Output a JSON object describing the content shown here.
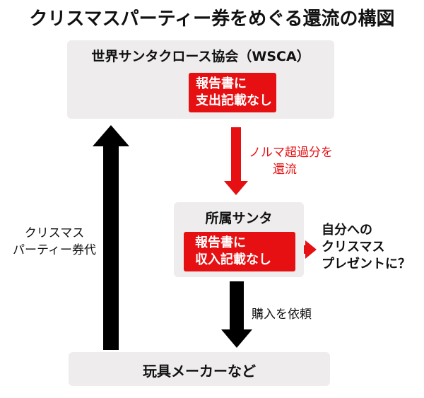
{
  "title": "クリスマスパーティー券をめぐる還流の構図",
  "nodes": {
    "association": {
      "label": "世界サンタクロース協会（WSCA）",
      "badge_lines": [
        "報告書に",
        "支出記載なし"
      ]
    },
    "santa": {
      "label": "所属サンタ",
      "badge_lines": [
        "報告書に",
        "収入記載なし"
      ]
    },
    "maker": {
      "label": "玩具メーカーなど"
    }
  },
  "edges": {
    "refund": {
      "label_lines": [
        "ノルマ超過分を",
        "還流"
      ]
    },
    "purchase_request": {
      "label": "購入を依頼"
    },
    "ticket_payment": {
      "label_lines": [
        "クリスマス",
        "パーティー券代"
      ]
    }
  },
  "callout": {
    "lines": [
      "自分への",
      "クリスマス",
      "プレゼントに？"
    ]
  },
  "colors": {
    "accent_red": "#e60f12",
    "box_gray": "#eeecec",
    "arrow_black": "#000000"
  }
}
